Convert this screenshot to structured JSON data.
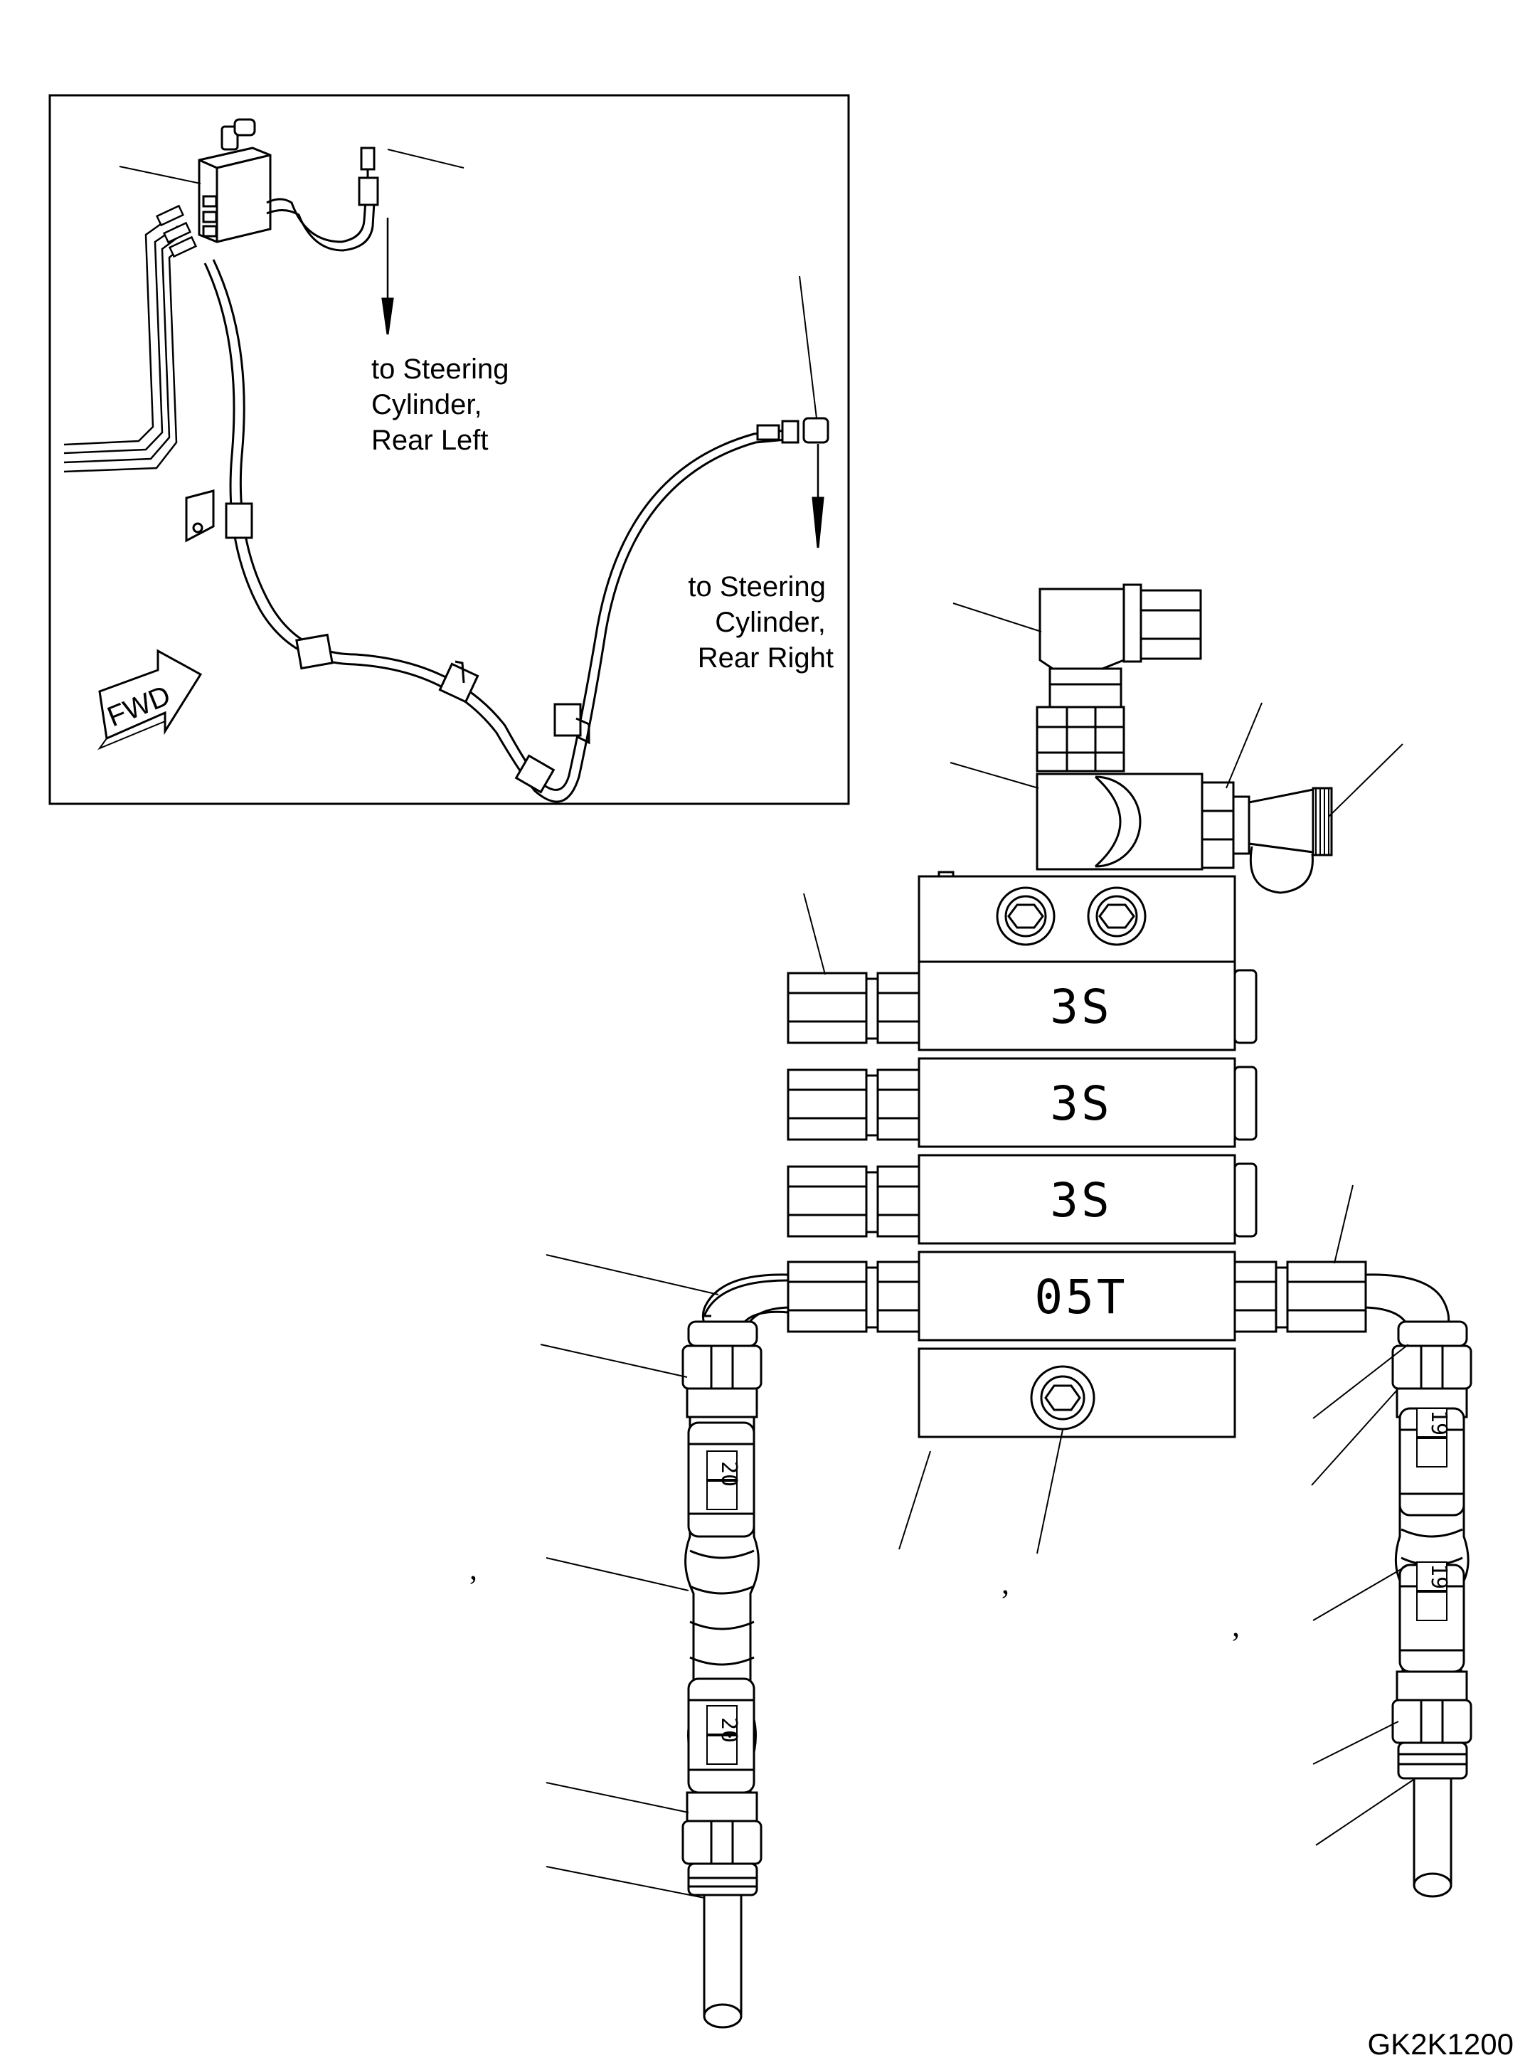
{
  "inset": {
    "dest_rear_left": [
      "to Steering",
      "Cylinder,",
      "Rear Left"
    ],
    "dest_rear_right": [
      "to Steering",
      "Cylinder,",
      "Rear Right"
    ],
    "fwd_label": "FWD"
  },
  "valve_sections": [
    "3S",
    "3S",
    "3S",
    "05T"
  ],
  "hose_marks": {
    "left": "20",
    "right": "19"
  },
  "separators": [
    ","
  ],
  "drawing_number": "GK2K1200"
}
